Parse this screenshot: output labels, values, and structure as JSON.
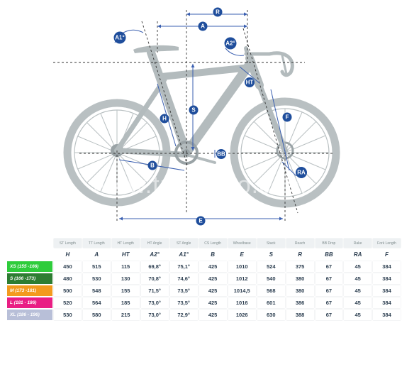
{
  "diagram": {
    "watermark": "www.troc-velo.com",
    "labels": [
      "R",
      "A",
      "A1°",
      "A2°",
      "HT",
      "H",
      "S",
      "F",
      "BB",
      "B",
      "RA",
      "E"
    ],
    "colors": {
      "frame": "#b3bbbd",
      "wheel": "#b9c0c2",
      "dim_line": "#3a5fb0",
      "badge": "#1f4e9c",
      "dashed": "#333333"
    }
  },
  "table": {
    "headers": [
      "ST Length",
      "TT Length",
      "HT Length",
      "HT Angle",
      "ST Angle",
      "CS Length",
      "Wheelbase",
      "Stack",
      "Reach",
      "BB Drop",
      "Rake",
      "Fork Length"
    ],
    "symbols": [
      "H",
      "A",
      "HT",
      "A2°",
      "A1°",
      "B",
      "E",
      "S",
      "R",
      "BB",
      "RA",
      "F"
    ],
    "rows": [
      {
        "size": "XS (155 -166)",
        "color": "#2ecc3b",
        "values": [
          "450",
          "515",
          "115",
          "69,8°",
          "75,1°",
          "425",
          "1010",
          "524",
          "375",
          "67",
          "45",
          "384"
        ]
      },
      {
        "size": "S (166 -173)",
        "color": "#2e7d32",
        "values": [
          "480",
          "530",
          "130",
          "70,8°",
          "74,6°",
          "425",
          "1012",
          "540",
          "380",
          "67",
          "45",
          "384"
        ]
      },
      {
        "size": "M (173 -181)",
        "color": "#f39a1e",
        "values": [
          "500",
          "548",
          "155",
          "71,5°",
          "73,5°",
          "425",
          "1014,5",
          "568",
          "380",
          "67",
          "45",
          "384"
        ]
      },
      {
        "size": "L (181 - 186)",
        "color": "#e91e84",
        "values": [
          "520",
          "564",
          "185",
          "73,0°",
          "73,5°",
          "425",
          "1016",
          "601",
          "386",
          "67",
          "45",
          "384"
        ]
      },
      {
        "size": "XL (186 - 196)",
        "color": "#b8bfd8",
        "values": [
          "530",
          "580",
          "215",
          "73,0°",
          "72,9°",
          "425",
          "1026",
          "630",
          "388",
          "67",
          "45",
          "384"
        ]
      }
    ]
  }
}
